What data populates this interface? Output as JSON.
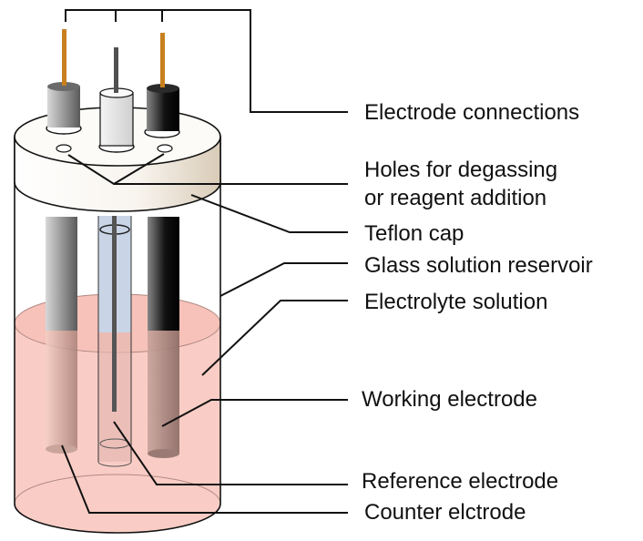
{
  "diagram": {
    "title": "Three-electrode electrochemical cell",
    "labels": {
      "electrode_connections": "Electrode connections",
      "holes_line1": "Holes for degassing",
      "holes_line2": "or reagent addition",
      "teflon_cap": "Teflon cap",
      "glass_reservoir": "Glass solution reservoir",
      "electrolyte": "Electrolyte solution",
      "working_electrode": "Working electrode",
      "reference_electrode": "Reference electrode",
      "counter_electrode": "Counter elctrode"
    },
    "colors": {
      "lead_wire": "#c8801e",
      "ref_wire": "#505050",
      "electrolyte": "#f8c8c0",
      "cap": "#f6f0e6",
      "ref_tube": "#c9d4e6",
      "counter_rod": "#8a8a8a",
      "working_rod": "#1a1a1a"
    }
  }
}
